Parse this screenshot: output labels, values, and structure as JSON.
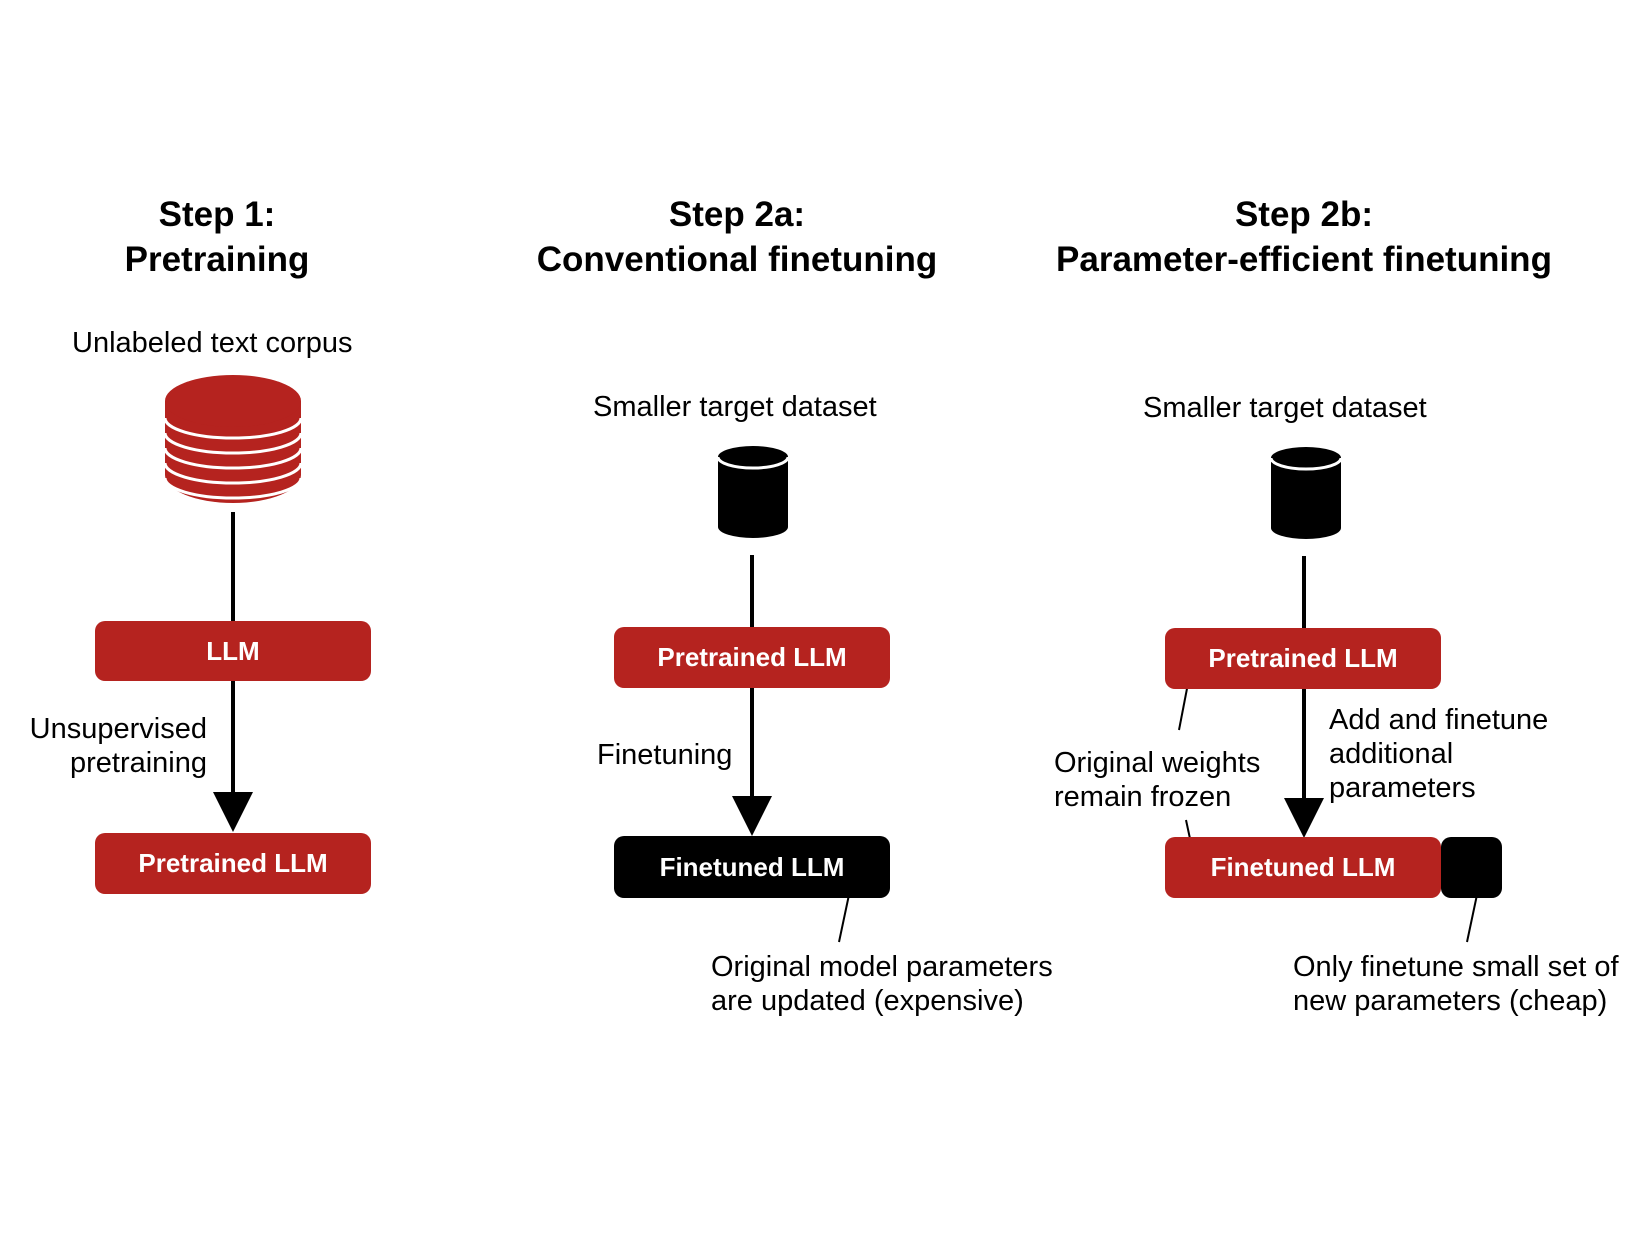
{
  "colors": {
    "accent_red": "#b5231f",
    "black": "#000000",
    "background": "#ffffff"
  },
  "step1": {
    "title_line1": "Step 1:",
    "title_line2": "Pretraining",
    "corpus_label": "Unlabeled text corpus",
    "corpus_icon": "large-database-icon",
    "llm_box": "LLM",
    "arrow_label_line1": "Unsupervised",
    "arrow_label_line2": "pretraining",
    "pretrained_box": "Pretrained LLM"
  },
  "step2a": {
    "title_line1": "Step 2a:",
    "title_line2": "Conventional finetuning",
    "dataset_label": "Smaller target dataset",
    "dataset_icon": "small-database-icon",
    "pretrained_box": "Pretrained LLM",
    "arrow_label": "Finetuning",
    "finetuned_box": "Finetuned LLM",
    "note_line1": "Original model parameters",
    "note_line2": "are updated (expensive)"
  },
  "step2b": {
    "title_line1": "Step 2b:",
    "title_line2": "Parameter-efficient finetuning",
    "dataset_label": "Smaller target dataset",
    "dataset_icon": "small-database-icon",
    "pretrained_box": "Pretrained LLM",
    "frozen_note_line1": "Original weights",
    "frozen_note_line2": "remain frozen",
    "add_note_line1": "Add and finetune",
    "add_note_line2": "additional",
    "add_note_line3": "parameters",
    "finetuned_box": "Finetuned LLM",
    "cheap_note_line1": "Only finetune small set of",
    "cheap_note_line2": "new parameters (cheap)"
  }
}
